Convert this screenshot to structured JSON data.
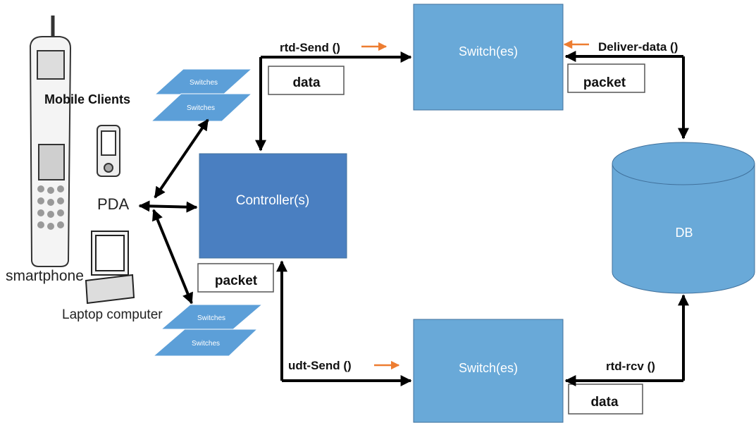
{
  "labels": {
    "mobile_clients": "Mobile Clients",
    "pda": "PDA",
    "smartphone": "smartphone",
    "laptop": "Laptop computer",
    "controller": "Controller(s)",
    "switch_top": "Switch(es)",
    "switch_bottom": "Switch(es)",
    "db": "DB",
    "stack_top_a": "Switches",
    "stack_top_b": "Switches",
    "stack_bottom_a": "Switches",
    "stack_bottom_b": "Switches",
    "rtd_send": "rtd-Send ()",
    "deliver_data": "Deliver-data ()",
    "udt_send": "udt-Send ()",
    "rtd_rcv": "rtd-rcv ()",
    "data_top": "data",
    "packet_top": "packet",
    "packet_mid": "packet",
    "data_bottom": "data"
  },
  "colors": {
    "box_light": "#69A9D8",
    "box_dark": "#4A7FC1",
    "box_border": "#41719C",
    "stack_fill": "#5C9FD8",
    "arrow": "#000000",
    "flow_arrow": "#ED7D31"
  }
}
